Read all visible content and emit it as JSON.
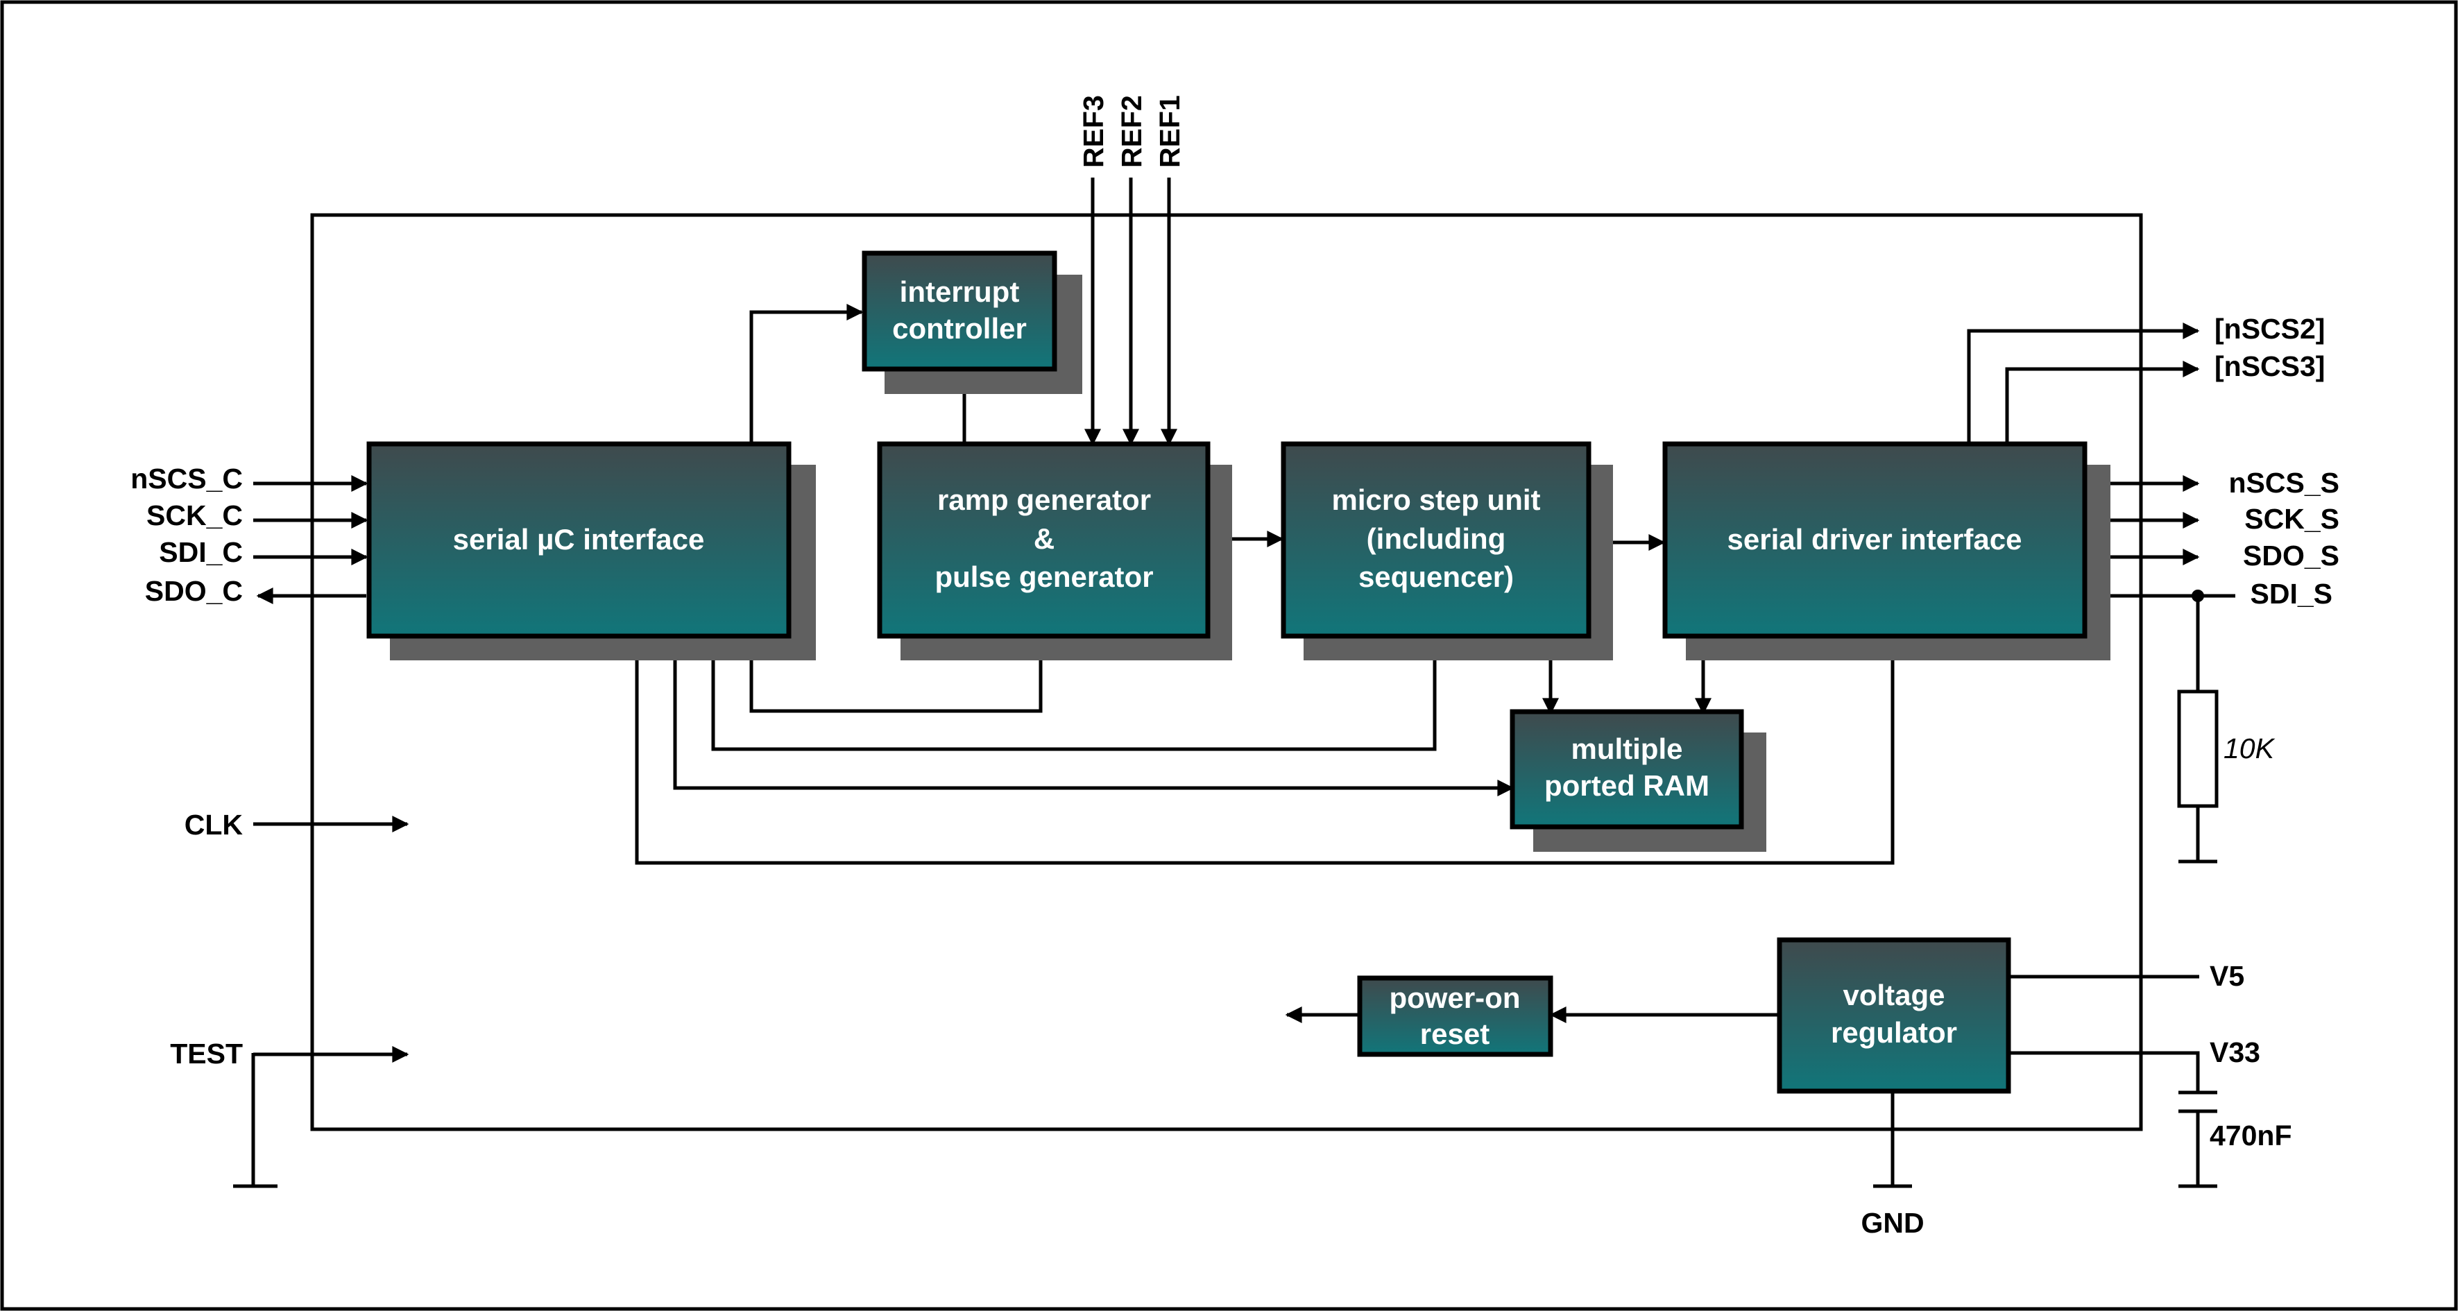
{
  "blocks": {
    "serial_uc": [
      "serial µC interface"
    ],
    "interrupt": [
      "interrupt",
      "controller"
    ],
    "ramp": [
      "ramp generator",
      "&",
      "pulse generator"
    ],
    "micro_step": [
      "micro step unit",
      "(including",
      "sequencer)"
    ],
    "serial_driver": [
      "serial driver interface"
    ],
    "ram": [
      "multiple",
      "ported RAM"
    ],
    "power_on": [
      "power-on",
      "reset"
    ],
    "voltage": [
      "voltage",
      "regulator"
    ]
  },
  "pins": {
    "left": [
      "nSCS_C",
      "SCK_C",
      "SDI_C",
      "SDO_C"
    ],
    "clk": "CLK",
    "test": "TEST",
    "ref": [
      "REF3",
      "REF2",
      "REF1"
    ],
    "right_top": [
      "[nSCS2]",
      "[nSCS3]"
    ],
    "right": [
      "nSCS_S",
      "SCK_S",
      "SDO_S",
      "SDI_S"
    ],
    "v5": "V5",
    "v33": "V33",
    "gnd": "GND"
  },
  "components": {
    "resistor": "10K",
    "capacitor": "470nF"
  },
  "colors": {
    "block_top": "#3f4a4d",
    "block_bottom": "#11767a",
    "shadow": "#606060"
  }
}
